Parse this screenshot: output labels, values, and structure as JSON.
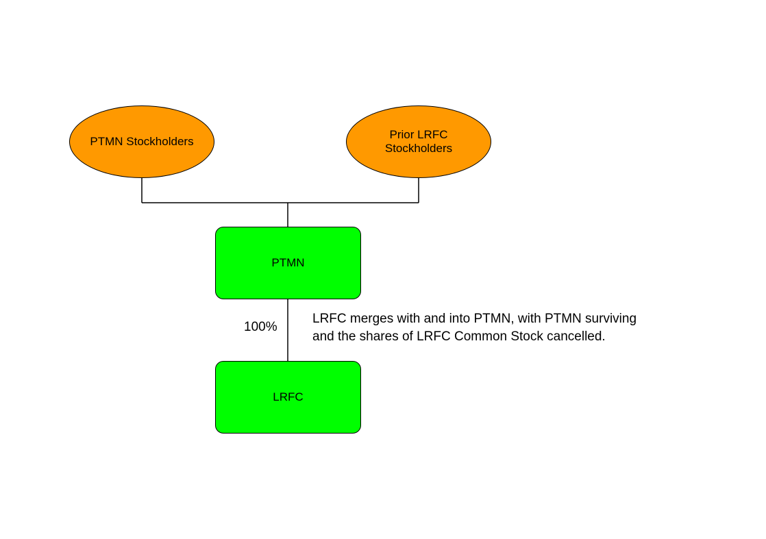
{
  "diagram": {
    "nodes": {
      "ptmn_stockholders": {
        "label": "PTMN Stockholders",
        "shape": "ellipse",
        "fill": "#FF9900"
      },
      "prior_lrfc_stockholders": {
        "label": "Prior LRFC\nStockholders",
        "shape": "ellipse",
        "fill": "#FF9900"
      },
      "ptmn": {
        "label": "PTMN",
        "shape": "rounded-rect",
        "fill": "#00FF00"
      },
      "lrfc": {
        "label": "LRFC",
        "shape": "rounded-rect",
        "fill": "#00FF00"
      }
    },
    "edges": [
      {
        "from": "ptmn_stockholders",
        "to": "ptmn",
        "label": ""
      },
      {
        "from": "prior_lrfc_stockholders",
        "to": "ptmn",
        "label": ""
      },
      {
        "from": "ptmn",
        "to": "lrfc",
        "label": "100%"
      }
    ],
    "ownership_label": "100%",
    "merger_note": {
      "line1": "LRFC merges with and into PTMN, with PTMN surviving",
      "line2": "and the shares of LRFC Common Stock cancelled."
    },
    "colors": {
      "stockholder_fill": "#FF9900",
      "entity_fill": "#00FF00",
      "stroke": "#000000",
      "background": "#FFFFFF"
    }
  }
}
